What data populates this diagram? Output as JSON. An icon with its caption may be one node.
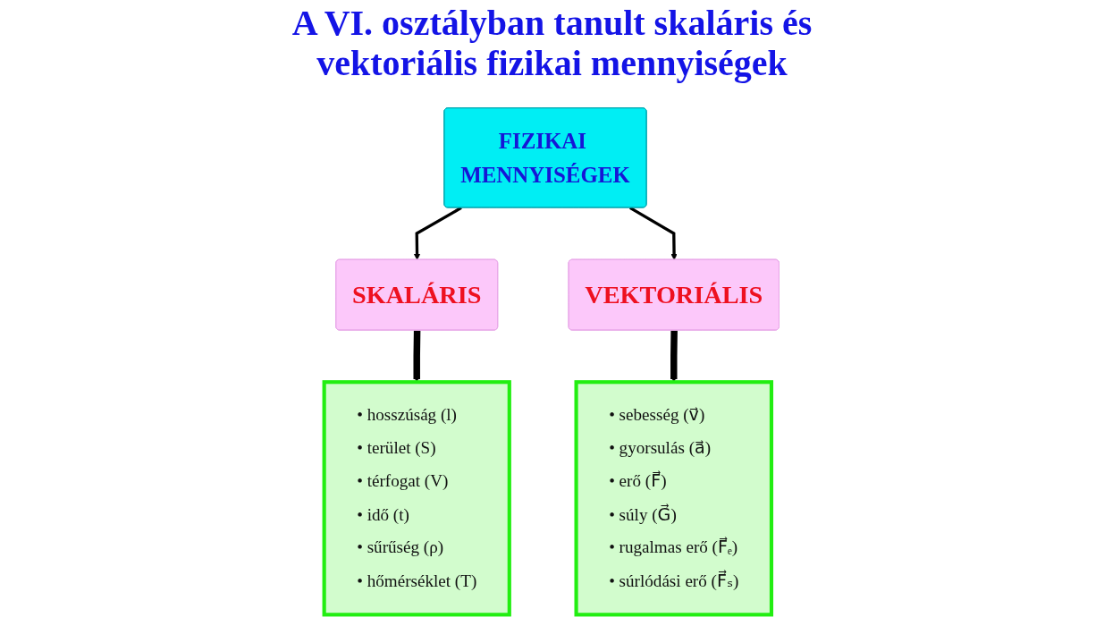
{
  "diagram": {
    "title": "A VI. osztályban tanult skaláris és vektoriális fizikai mennyiségek",
    "nodes": [
      {
        "text": [
          "SKALÁRIS"
        ]
      },
      {
        "text": [
          "VEKTORIÁLIS"
        ]
      },
      {
        "text": [
          "• hosszúság (l)",
          "• terület (S)",
          "• térfogat (V)",
          "• idő (t)",
          "• sűrűség (ρ)",
          "• hőmérséklet (T)"
        ]
      },
      {
        "text": [
          "FIZIKAI MENNYISÉGEK"
        ]
      },
      {
        "text": [
          "• sebesség (v⃗)",
          "• gyorsulás (a⃗)",
          "• erő (F⃗)",
          "• súly (G⃗)",
          "• rugalmas erő (F⃗ₑ)",
          "• súrlódási erő (F⃗ₛ)"
        ]
      }
    ],
    "edges": [
      {
        "from": 3,
        "to": 0,
        "arrow": "to"
      },
      {
        "from": 3,
        "to": 1,
        "arrow": "to"
      },
      {
        "from": 0,
        "to": 2,
        "arrow": "to",
        "style": "thick"
      },
      {
        "from": 1,
        "to": 4,
        "arrow": "to",
        "style": "thick"
      }
    ]
  }
}
